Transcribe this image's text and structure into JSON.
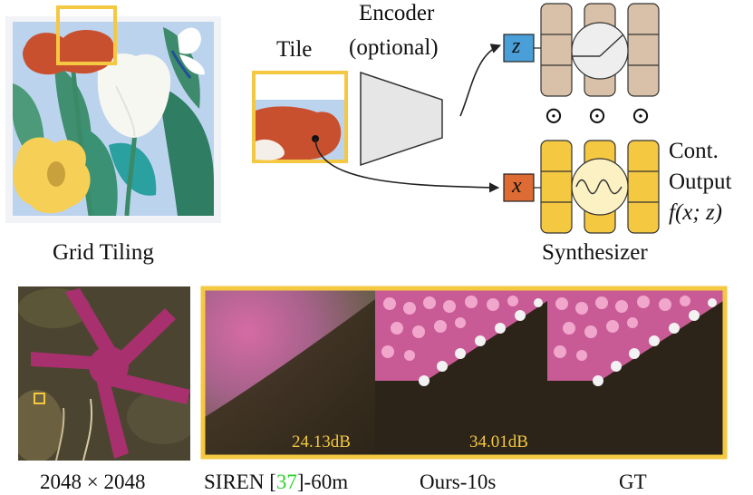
{
  "top": {
    "grid_tiling_label": "Grid Tiling",
    "tile_label": "Tile",
    "encoder_label_1": "Encoder",
    "encoder_label_2": "(optional)",
    "z_symbol": "z",
    "x_symbol": "x",
    "dot_symbol": "⊙",
    "cont_output_1": "Cont.",
    "cont_output_2": "Output",
    "f_output": "f(x; z)",
    "synthesizer_label": "Synthesizer"
  },
  "bottom": {
    "resolution_label": "2048 × 2048",
    "siren_prefix": "SIREN [",
    "siren_ref": "37",
    "siren_suffix": "]-60m",
    "ours_label": "Ours-10s",
    "gt_label": "GT",
    "psnr_siren": "24.13dB",
    "psnr_ours": "34.01dB"
  },
  "colors": {
    "highlight": "#f5c842",
    "z_box": "#4a9fd8",
    "x_box": "#dd6b33",
    "encoder_col": "#d9c0a8",
    "synth_col": "#f5c842",
    "background_tile": "#bcd3ee",
    "flower_red": "#c9502e"
  }
}
